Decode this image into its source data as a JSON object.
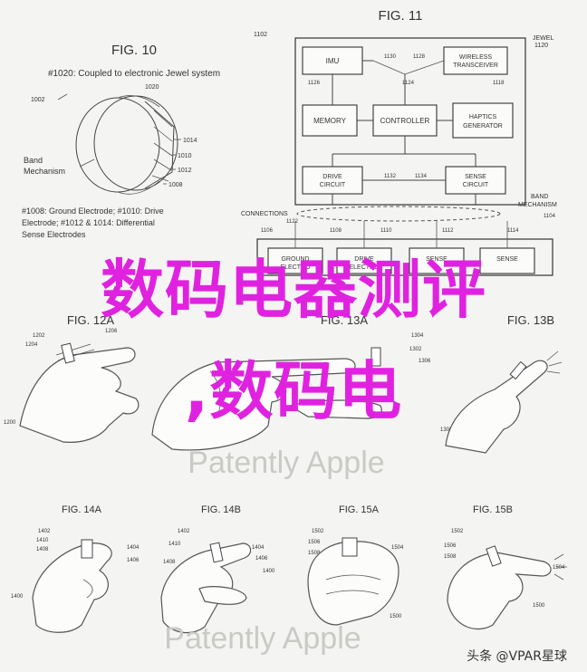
{
  "fig10": {
    "title": "FIG. 10",
    "caption": "#1020: Coupled to electronic Jewel system",
    "ref_1002": "1002",
    "ref_1020": "1020",
    "ref_1014": "1014",
    "ref_1010": "1010",
    "ref_1012": "1012",
    "ref_1008": "1008",
    "band_label_1": "Band",
    "band_label_2": "Mechanism",
    "desc_1": "#1008: Ground Electrode; #1010: Drive",
    "desc_2": "Electrode; #1012 & 1014: Differential",
    "desc_3": "Sense Electrodes"
  },
  "fig11": {
    "title": "FIG. 11",
    "ref_1102": "1102",
    "jewel_1": "JEWEL",
    "jewel_2": "1120",
    "imu": "IMU",
    "ref_1130": "1130",
    "ref_1128": "1128",
    "wireless_1": "WIRELESS",
    "wireless_2": "TRANSCEIVER",
    "ref_1126": "1126",
    "ref_1124": "1124",
    "ref_1118": "1118",
    "memory": "MEMORY",
    "controller": "CONTROLLER",
    "haptics_1": "HAPTICS",
    "haptics_2": "GENERATOR",
    "drive_1": "DRIVE",
    "drive_2": "CIRCUIT",
    "ref_1132": "1132",
    "sense_1": "SENSE",
    "sense_2": "CIRCUIT",
    "ref_1134": "1134",
    "connections": "CONNECTIONS",
    "ref_1122": "1122",
    "band_1": "BAND",
    "band_2": "MECHANISM",
    "ref_1104": "1104",
    "ref_1106": "1106",
    "ref_1108": "1108",
    "ref_1110": "1110",
    "ref_1112": "1112",
    "ref_1114": "1114",
    "ground_1": "GROUND",
    "ground_2": "ELECTRO",
    "drive_el_1": "DRIVE",
    "drive_el_2": "ELECTRO",
    "sense_el_a": "SENSE",
    "sense_el_b": "SENSE"
  },
  "row2": {
    "fig12a": "FIG. 12A",
    "fig13a": "FIG. 13A",
    "fig13b": "FIG. 13B",
    "ref_1202": "1202",
    "ref_1204": "1204",
    "ref_1206": "1206",
    "ref_1200": "1200",
    "ref_1304": "1304",
    "ref_1302": "1302",
    "ref_1306": "1306",
    "ref_1300": "1300",
    "watermark": "Patently Apple"
  },
  "row3": {
    "fig14a": "FIG. 14A",
    "fig14b": "FIG. 14B",
    "fig15a": "FIG. 15A",
    "fig15b": "FIG. 15B",
    "ref_1402": "1402",
    "ref_1404": "1404",
    "ref_1406": "1406",
    "ref_1410": "1410",
    "ref_1408": "1408",
    "ref_1400": "1400",
    "ref_1502": "1502",
    "ref_1504": "1504",
    "ref_1506": "1506",
    "ref_1508": "1508",
    "ref_1500": "1500",
    "watermark": "Patently Apple"
  },
  "overlay": {
    "line1": "数码电器测评",
    "line2": ",数码电"
  },
  "source": "头条 @VPAR星球"
}
